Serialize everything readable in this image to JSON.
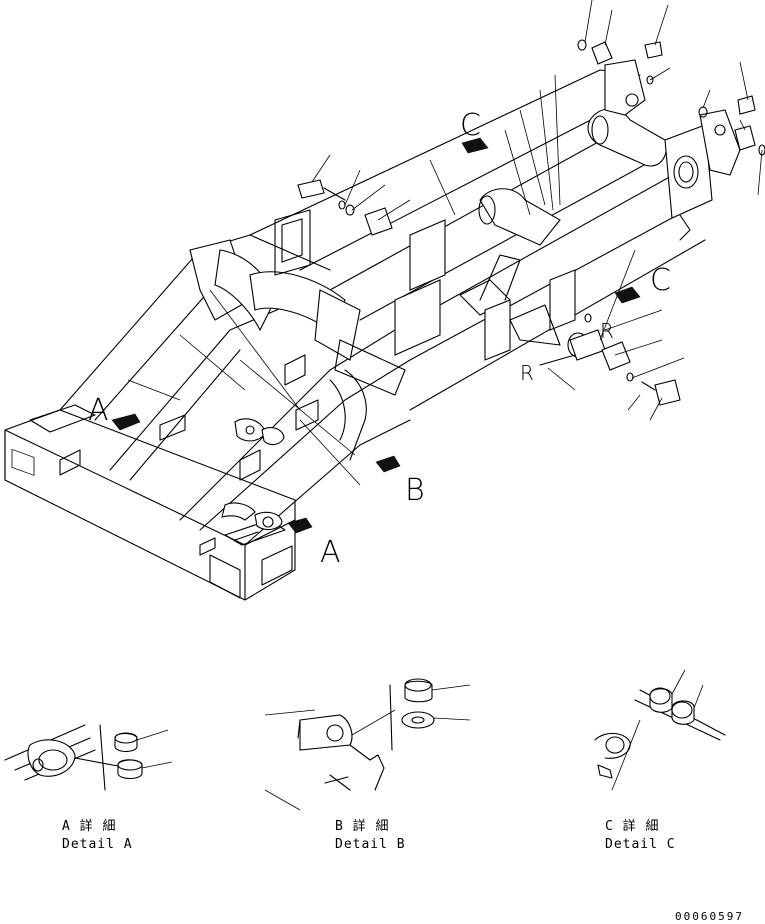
{
  "callouts": {
    "a_left": "A",
    "a_bottom": "A",
    "b": "B",
    "c_top": "C",
    "c_right": "C",
    "r_small": "R",
    "r_lower": "R"
  },
  "details": {
    "a": {
      "title": "A 詳 細",
      "subtitle": "Detail A"
    },
    "b": {
      "title": "B 詳 細",
      "subtitle": "Detail B"
    },
    "c": {
      "title": "C 詳 細",
      "subtitle": "Detail C"
    }
  },
  "doc_id": "00060597"
}
